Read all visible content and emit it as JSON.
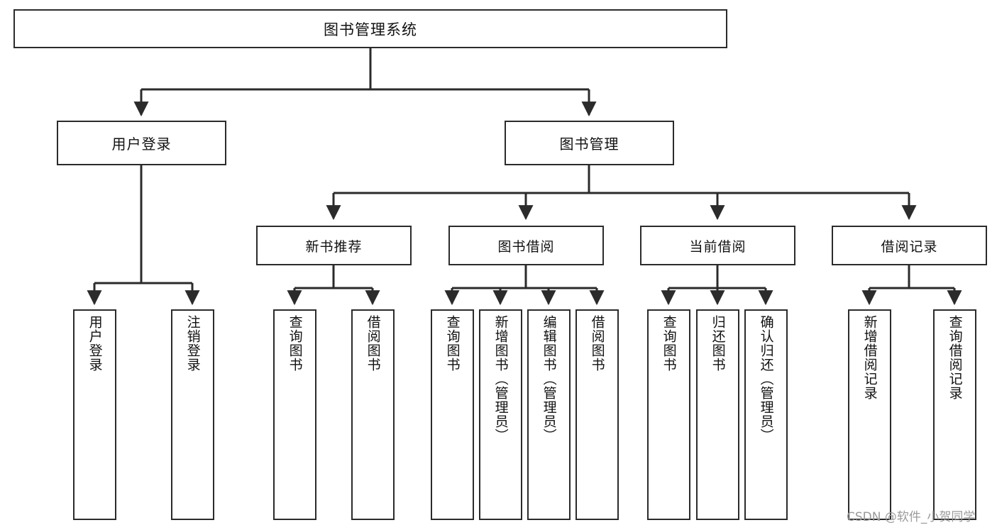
{
  "diagram": {
    "title": "图书管理系统",
    "type": "tree",
    "root": {
      "id": "root",
      "label": "图书管理系统"
    },
    "level2": [
      {
        "id": "user-login",
        "label": "用户登录"
      },
      {
        "id": "book-manage",
        "label": "图书管理"
      }
    ],
    "level3": [
      {
        "id": "new-book-recommend",
        "label": "新书推荐",
        "parent": "book-manage"
      },
      {
        "id": "book-borrow",
        "label": "图书借阅",
        "parent": "book-manage"
      },
      {
        "id": "current-borrow",
        "label": "当前借阅",
        "parent": "book-manage"
      },
      {
        "id": "borrow-record",
        "label": "借阅记录",
        "parent": "book-manage"
      }
    ],
    "leaves": {
      "user-login": [
        {
          "id": "leaf-user-login",
          "label": "用户登录"
        },
        {
          "id": "leaf-user-logout",
          "label": "注销登录"
        }
      ],
      "new-book-recommend": [
        {
          "id": "leaf-query-book-1",
          "label": "查询图书"
        },
        {
          "id": "leaf-borrow-book-1",
          "label": "借阅图书"
        }
      ],
      "book-borrow": [
        {
          "id": "leaf-query-book-2",
          "label": "查询图书"
        },
        {
          "id": "leaf-add-book",
          "label": "新增图书（管理员）"
        },
        {
          "id": "leaf-edit-book",
          "label": "编辑图书（管理员）"
        },
        {
          "id": "leaf-borrow-book-2",
          "label": "借阅图书"
        }
      ],
      "current-borrow": [
        {
          "id": "leaf-query-book-3",
          "label": "查询图书"
        },
        {
          "id": "leaf-return-book",
          "label": "归还图书"
        },
        {
          "id": "leaf-confirm-return",
          "label": "确认归还（管理员）"
        }
      ],
      "borrow-record": [
        {
          "id": "leaf-add-record",
          "label": "新增借阅记录"
        },
        {
          "id": "leaf-query-record",
          "label": "查询借阅记录"
        }
      ]
    }
  },
  "watermark": {
    "text": "CSDN @软件_小贺同学"
  },
  "colors": {
    "stroke": "#2b2b2b",
    "fill": "#ffffff",
    "text": "#111111",
    "watermark": "#9a9a9a"
  }
}
